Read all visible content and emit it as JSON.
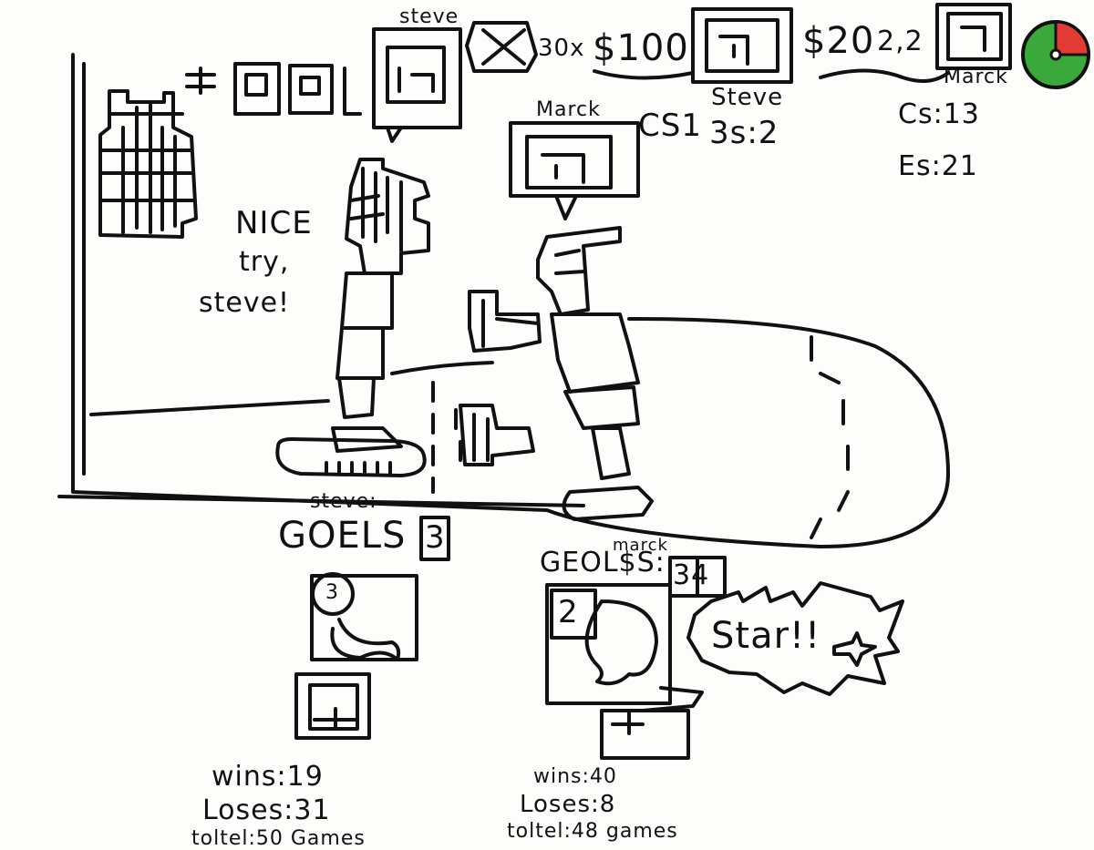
{
  "top_bar": {
    "steve_tag": "steve",
    "xbox_label": "30x",
    "price_1": "$100",
    "price_2": "$20",
    "price_2_suffix": "2,2",
    "steve_under_box": "Steve",
    "marck_under_box": "Marck",
    "timer_colors": {
      "elapsed": "#e23b35",
      "remaining": "#3aa83a"
    }
  },
  "scoreboard_steve": {
    "cs": "CS1",
    "es": "3s:2"
  },
  "scoreboard_marck": {
    "label": "Marck",
    "cs": "Cs:13",
    "es": "Es:21"
  },
  "speech": {
    "line1": "NICE",
    "line2": "try,",
    "line3": "steve!"
  },
  "steve_panel": {
    "name": "steve:",
    "goals_label": "GOELS",
    "goals_value": "3",
    "chat_count": "3",
    "wins": "wins:19",
    "loses": "Loses:31",
    "total": "toltel:50 Games"
  },
  "marck_panel": {
    "name": "marck",
    "goals_label": "GEOL$S:",
    "goals_value": "34",
    "chat_count": "2",
    "star_text": "Star!!",
    "wins": "wins:40",
    "loses": "Loses:8",
    "total": "toltel:48 games"
  }
}
